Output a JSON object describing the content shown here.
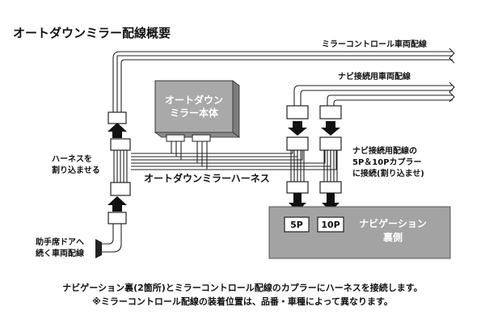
{
  "title": "オートダウンミラー配線概要",
  "labels": {
    "mirror_control_wiring": "ミラーコントロール車両配線",
    "navi_wiring": "ナビ接続用車両配線",
    "unit_line1": "オートダウン",
    "unit_line2": "ミラー本体",
    "harness_line1": "ハーネスを",
    "harness_line2": "割り込ませる",
    "harness_name": "オートダウンミラーハーネス",
    "navi_note_line1": "ナビ接続用配線の",
    "navi_note_line2": "5P＆10Pカプラー",
    "navi_note_line3": "に接続(割り込ませ)",
    "door_line1": "助手席ドアへ",
    "door_line2": "続く車両配線",
    "navi_block_line1": "ナビゲーション",
    "navi_block_line2": "裏側",
    "p5": "5P",
    "p10": "10P"
  },
  "footer": {
    "line1": "ナビゲーション裏(2箇所)とミラーコントロール配線のカプラーにハーネスを接続します。",
    "line2": "※ミラーコントロール配線の装着位置は、品番・車種によって異なります。"
  }
}
